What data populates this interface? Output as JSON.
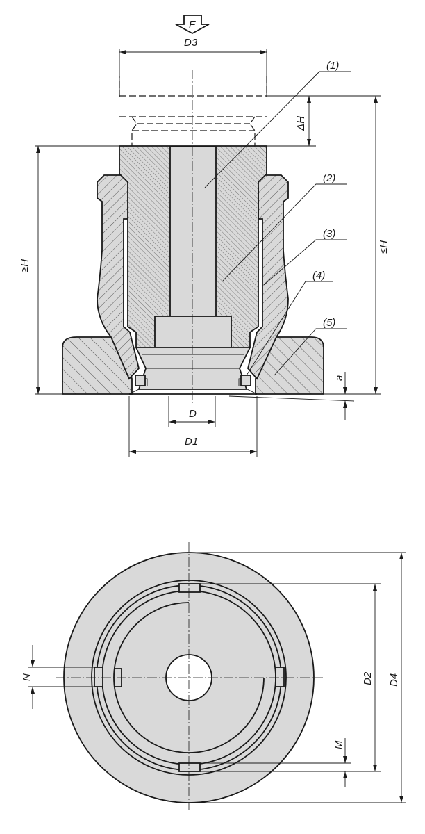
{
  "title": "Technical drawing of a clamping element: section view and top view",
  "section_view": {
    "force_label": "F",
    "dimensions": {
      "D3": "D3",
      "delta_H": "ΔH",
      "min_H": "≥H",
      "max_H": "≤H",
      "a": "a",
      "D": "D",
      "D1": "D1"
    },
    "part_callouts": [
      "(1)",
      "(2)",
      "(3)",
      "(4)",
      "(5)"
    ]
  },
  "top_view": {
    "dimensions": {
      "N": "N",
      "M": "M",
      "D2": "D2",
      "D4": "D4"
    }
  },
  "colors": {
    "fill": "#d9d9d9",
    "line": "#1a1a1a",
    "background": "#ffffff"
  }
}
